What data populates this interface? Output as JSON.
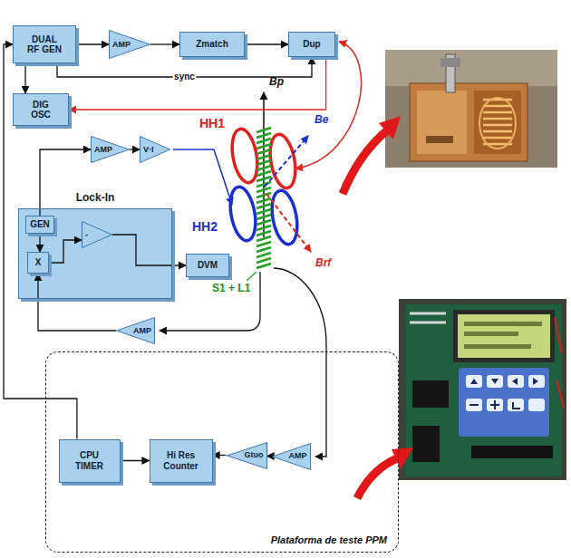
{
  "diagram": {
    "nodes": [
      {
        "text": [
          "DUAL RF GEN"
        ]
      },
      {
        "text": [
          "AMP"
        ]
      },
      {
        "text": [
          "Zmatch"
        ]
      },
      {
        "text": [
          "Dup"
        ]
      },
      {
        "text": [
          "DIG OSC"
        ]
      },
      {
        "text": [
          "AMP"
        ]
      },
      {
        "text": [
          "V·I"
        ]
      },
      {
        "text": [
          "Lock-In"
        ]
      },
      {
        "text": [
          "GEN"
        ],
        "in": 7
      },
      {
        "text": [
          "-"
        ],
        "in": 7
      },
      {
        "text": [
          "X"
        ],
        "in": 7
      },
      {
        "text": [
          "DVM"
        ]
      },
      {
        "text": [
          "AMP"
        ]
      },
      {
        "text": [
          "Plataforma de teste PPM"
        ]
      },
      {
        "text": [
          "CPU TIMER"
        ],
        "in": 13
      },
      {
        "text": [
          "Hi Res Counter"
        ],
        "in": 13
      },
      {
        "text": [
          "Gtuo"
        ],
        "in": 13
      },
      {
        "text": [
          "AMP"
        ],
        "in": 13
      }
    ],
    "edges": [
      {
        "from": 0,
        "to": 1,
        "arrow": "to"
      },
      {
        "from": 1,
        "to": 2,
        "arrow": "to"
      },
      {
        "from": 2,
        "to": 3,
        "arrow": "to"
      },
      {
        "from": 0,
        "to": 3,
        "label": "sync",
        "arrow": "to"
      },
      {
        "from": 0,
        "to": 4,
        "arrow": "to"
      },
      {
        "from": 3,
        "to": 4,
        "arrow": "to"
      },
      {
        "from": 8,
        "to": 5,
        "arrow": "to"
      },
      {
        "from": 5,
        "to": 6,
        "arrow": "to"
      },
      {
        "from": 8,
        "to": 10,
        "arrow": "to"
      },
      {
        "from": 10,
        "to": 9,
        "arrow": "to"
      },
      {
        "from": 9,
        "to": 11,
        "arrow": "to"
      },
      {
        "from": 12,
        "to": 10,
        "arrow": "to"
      },
      {
        "from": 17,
        "to": 16,
        "arrow": "to"
      },
      {
        "from": 16,
        "to": 15,
        "arrow": "to"
      },
      {
        "from": 14,
        "to": 15,
        "arrow": "to"
      },
      {
        "from": 14,
        "to": 0,
        "arrow": "to"
      }
    ],
    "labels": [
      "Bp",
      "Be",
      "Brf",
      "HH1",
      "HH2",
      "S1 + L1"
    ]
  }
}
